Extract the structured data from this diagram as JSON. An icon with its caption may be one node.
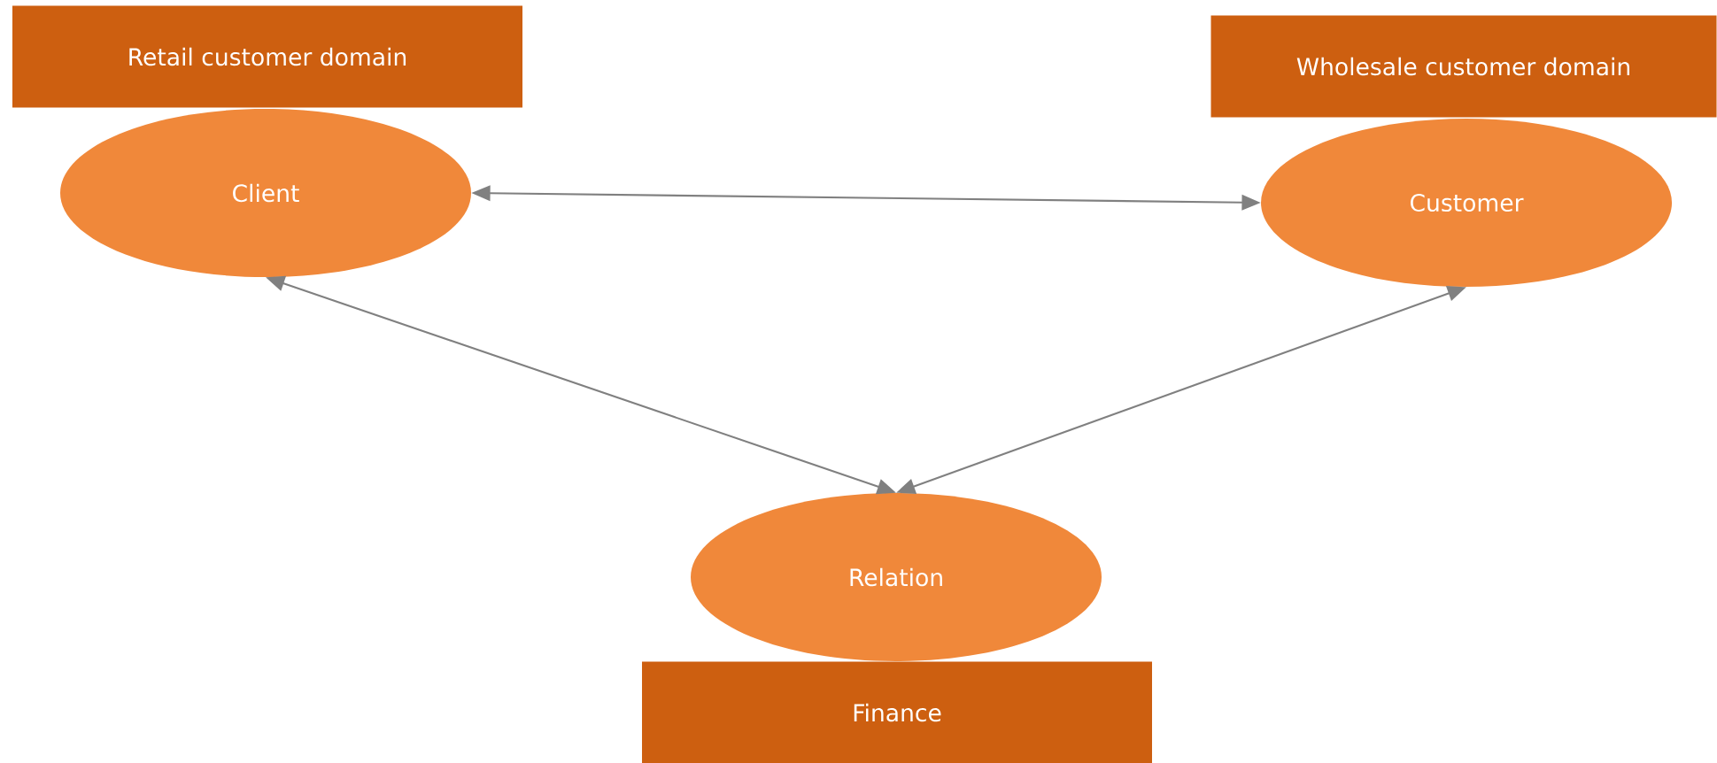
{
  "diagram": {
    "nodes": [
      {
        "text": [
          "Retail customer domain"
        ]
      },
      {
        "text": [
          "Wholesale customer domain"
        ]
      },
      {
        "text": [
          "Client"
        ]
      },
      {
        "text": [
          "Customer"
        ]
      },
      {
        "text": [
          "Relation"
        ]
      },
      {
        "text": [
          "Finance"
        ]
      }
    ],
    "edges": [
      {
        "from": 2,
        "to": 3,
        "arrow": "both"
      },
      {
        "from": 2,
        "to": 4,
        "arrow": "both"
      },
      {
        "from": 3,
        "to": 4,
        "arrow": "both"
      }
    ]
  }
}
